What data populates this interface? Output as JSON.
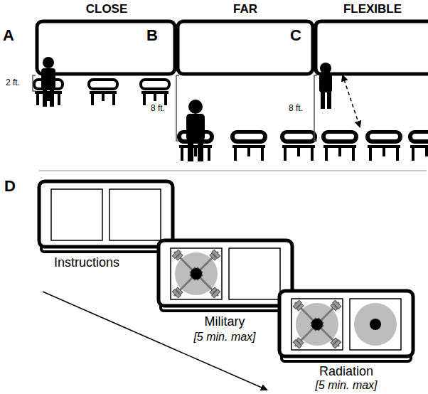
{
  "diagram": {
    "labels": [
      "A",
      "CLOSE",
      "B",
      "FAR",
      "C",
      "FLEXIBLE",
      "2 ft.",
      "8 ft.",
      "8 ft.",
      "D",
      "Instructions",
      "Military",
      "[5 min. max]",
      "Radiation",
      "[5 min. max]"
    ]
  }
}
